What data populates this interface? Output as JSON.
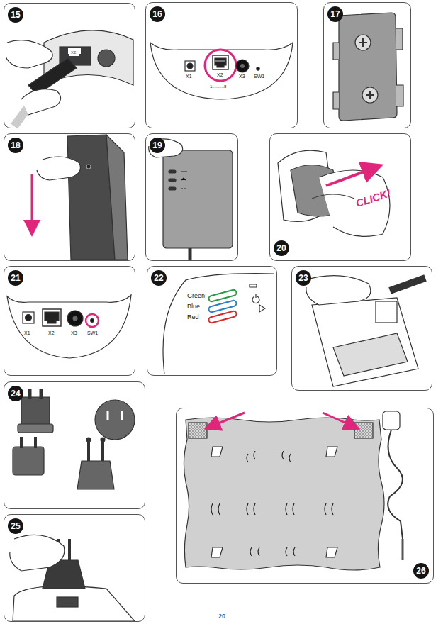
{
  "diagram": {
    "nodes": [
      {
        "text": [
          "15"
        ]
      },
      {
        "text": [
          "16"
        ]
      },
      {
        "text": [
          "17"
        ]
      },
      {
        "text": [
          "18"
        ]
      },
      {
        "text": [
          "19"
        ]
      },
      {
        "text": [
          "20"
        ]
      },
      {
        "text": [
          "21"
        ]
      },
      {
        "text": [
          "22"
        ]
      },
      {
        "text": [
          "23"
        ]
      },
      {
        "text": [
          "24"
        ]
      },
      {
        "text": [
          "26"
        ]
      },
      {
        "text": [
          "25"
        ]
      }
    ],
    "labels": [
      "X2",
      "X1",
      "X2",
      "X3",
      "SW1",
      "1..........8",
      "CLICK!",
      "X1",
      "X2",
      "X3",
      "SW1",
      "Green",
      "Blue",
      "Red",
      "20"
    ]
  }
}
